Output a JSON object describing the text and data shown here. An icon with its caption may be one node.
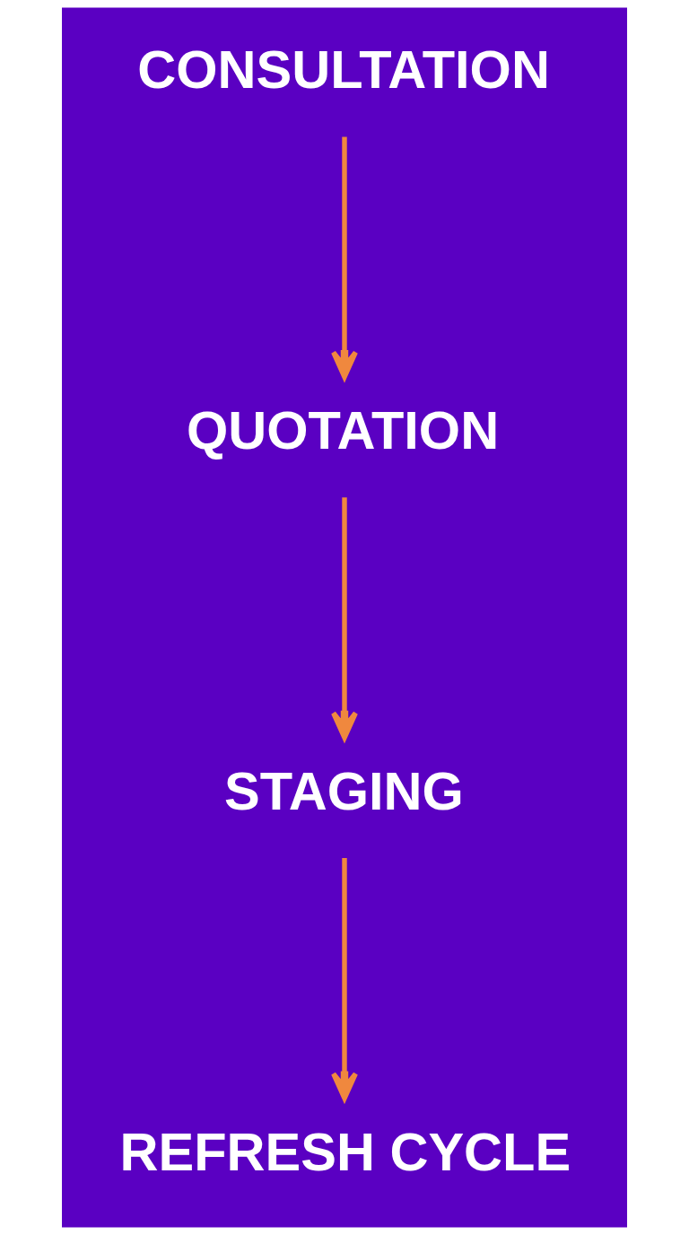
{
  "diagram": {
    "nodes": [
      {
        "text": [
          "CONSULTATION"
        ]
      },
      {
        "text": [
          "QUOTATION"
        ]
      },
      {
        "text": [
          "STAGING"
        ]
      },
      {
        "text": [
          "REFRESH CYCLE"
        ]
      }
    ],
    "edges": [
      {
        "from": 0,
        "to": 1,
        "arrow": "to"
      },
      {
        "from": 1,
        "to": 2,
        "arrow": "to"
      },
      {
        "from": 2,
        "to": 3,
        "arrow": "to"
      }
    ]
  }
}
